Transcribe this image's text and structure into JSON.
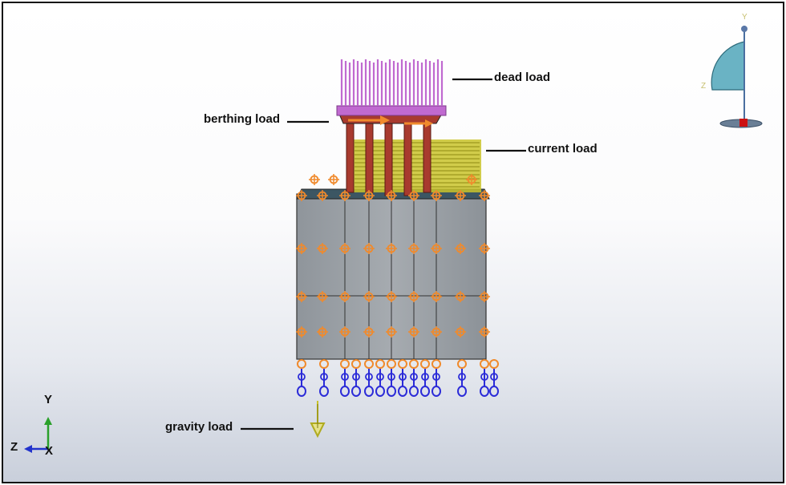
{
  "labels": {
    "dead_load": "dead load",
    "berthing_load": "berthing load",
    "current_load": "current load",
    "gravity_load": "gravity load"
  },
  "axes": {
    "y": "Y",
    "z": "Z",
    "x": "X"
  },
  "colors": {
    "dead_load": "#c06ad0",
    "current_load": "#c9c32a",
    "columns": "#a83a2e",
    "block": "#9aa0a6",
    "grid": "#333333",
    "support_orange": "#f08a2c",
    "support_blue": "#2b2bd8",
    "gravity_arrow": "#c9c32a",
    "gizmo_body": "#6ab3c4",
    "gizmo_red": "#cc1111"
  },
  "icons": [
    "axis-triad-icon",
    "view-orientation-gizmo-icon",
    "gravity-arrow-icon"
  ]
}
